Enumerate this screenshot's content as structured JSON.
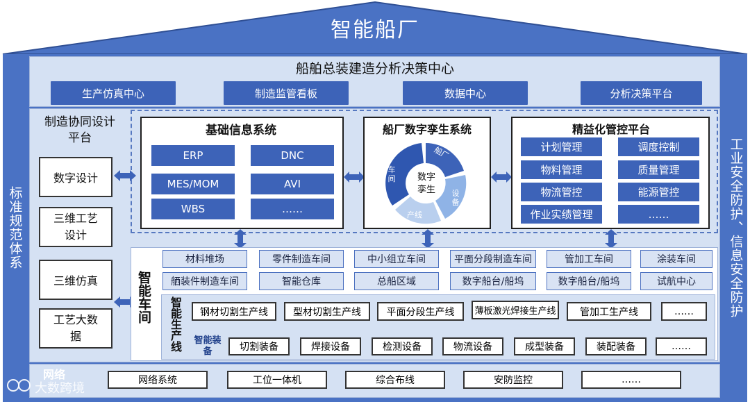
{
  "title": "智能船厂",
  "side_left": "标准规范体系",
  "side_right": "工业安全防护、信息安全防护",
  "decision": {
    "title": "船舶总装建造分析决策中心",
    "items": [
      "生产仿真中心",
      "制造监管看板",
      "数据中心",
      "分析决策平台"
    ]
  },
  "collab": {
    "title": "制造协同设计平台",
    "items": [
      "数字设计",
      "三维工艺设计",
      "三维仿真",
      "工艺大数据"
    ]
  },
  "basic_info": {
    "title": "基础信息系统",
    "items": [
      "ERP",
      "DNC",
      "MES/MOM",
      "AVI",
      "WBS",
      "……"
    ]
  },
  "twin": {
    "title": "船厂数字孪生系统",
    "center": "数字孪生",
    "segments": [
      "船厂",
      "设备",
      "产线",
      "车间"
    ]
  },
  "lean": {
    "title": "精益化管控平台",
    "items": [
      "计划管理",
      "调度控制",
      "物料管理",
      "质量管理",
      "物流管控",
      "能源管控",
      "作业实绩管理",
      "……"
    ]
  },
  "workshop": {
    "label": "智能车间",
    "row1": [
      "材料堆场",
      "零件制造车间",
      "中小组立车间",
      "平面分段制造车间",
      "管加工车间",
      "涂装车间"
    ],
    "row2": [
      "舾装件制造车间",
      "智能仓库",
      "总船区域",
      "数字船台/船坞",
      "数字船台/船坞",
      "试航中心"
    ]
  },
  "line": {
    "label": "智能生产线",
    "items": [
      "钢材切割生产线",
      "型材切割生产线",
      "平面分段生产线",
      "薄板激光焊接生产线",
      "管加工生产线",
      "……"
    ]
  },
  "equip": {
    "label": "智能装备",
    "items": [
      "切割装备",
      "焊接设备",
      "检测设备",
      "物流设备",
      "成型装备",
      "装配装备",
      "……"
    ]
  },
  "network": {
    "label": "网络",
    "items": [
      "网络系统",
      "工位一体机",
      "综合布线",
      "安防监控",
      "……"
    ]
  },
  "watermark": "大数跨境",
  "colors": {
    "frame": "#4a72c4",
    "panel": "#d5e1f3",
    "button": "#3d63b8",
    "light": "#d9e3f4"
  }
}
